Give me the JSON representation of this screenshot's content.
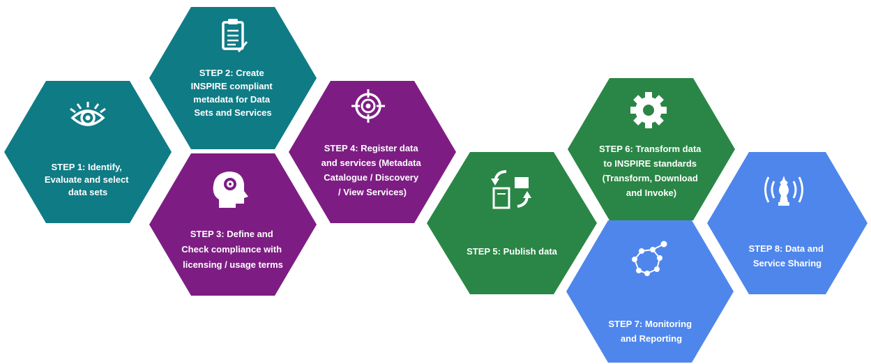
{
  "steps": [
    {
      "id": 1,
      "lines": [
        "STEP 1: Identify,",
        "Evaluate and select",
        "data sets"
      ],
      "color": "#0f7b85",
      "icon": "eye-icon"
    },
    {
      "id": 2,
      "lines": [
        "STEP 2: Create",
        "INSPIRE compliant",
        "metadata for Data",
        "Sets and Services"
      ],
      "color": "#0f7b85",
      "icon": "clipboard-icon"
    },
    {
      "id": 3,
      "lines": [
        "STEP 3: Define and",
        "Check compliance with",
        "licensing / usage terms"
      ],
      "color": "#7d1d83",
      "icon": "head-gear-icon"
    },
    {
      "id": 4,
      "lines": [
        "STEP 4: Register data",
        "and services (Metadata",
        "Catalogue  / Discovery",
        "/ View Services)"
      ],
      "color": "#7d1d83",
      "icon": "target-icon"
    },
    {
      "id": 5,
      "lines": [
        "STEP 5: Publish data"
      ],
      "color": "#2a8646",
      "icon": "publish-icon"
    },
    {
      "id": 6,
      "lines": [
        "STEP 6: Transform data",
        "to INSPIRE standards",
        "(Transform, Download",
        "and Invoke)"
      ],
      "color": "#2a8646",
      "icon": "gear-icon"
    },
    {
      "id": 7,
      "lines": [
        "STEP 7: Monitoring",
        "and Reporting"
      ],
      "color": "#4f86ec",
      "icon": "network-icon"
    },
    {
      "id": 8,
      "lines": [
        "STEP 8: Data and",
        "Service Sharing"
      ],
      "color": "#4f86ec",
      "icon": "broadcast-icon"
    }
  ]
}
